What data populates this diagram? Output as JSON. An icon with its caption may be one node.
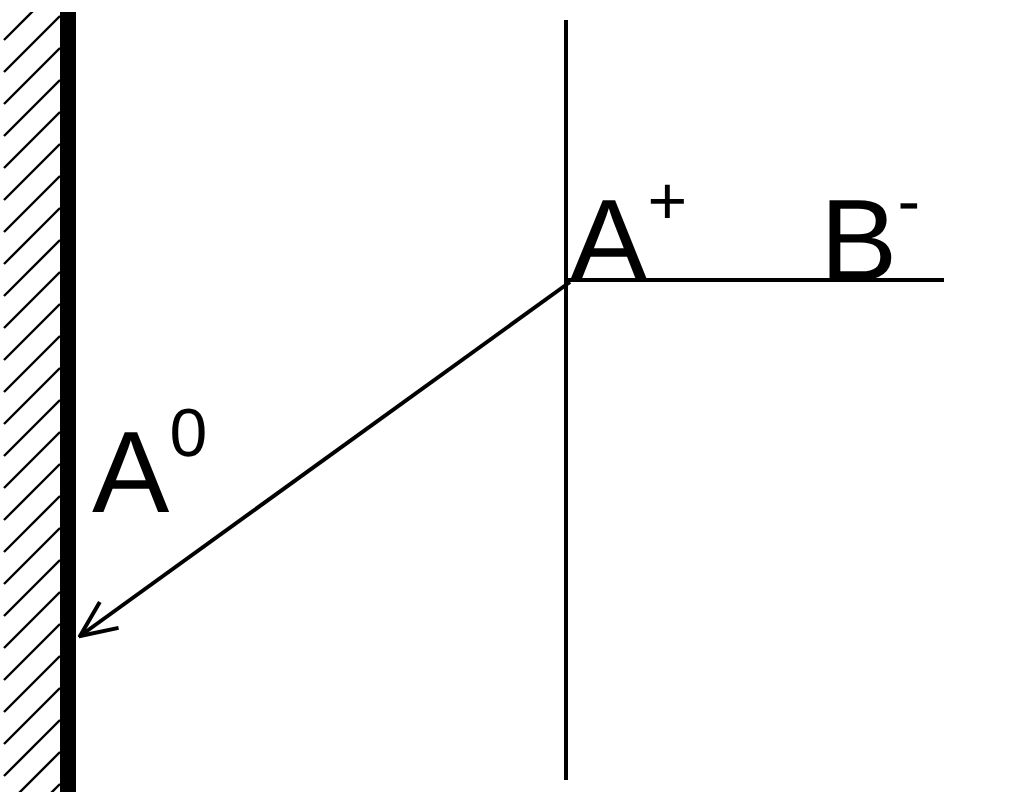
{
  "diagram": {
    "nodes": [
      {
        "text": [],
        "shape": "bar"
      },
      {
        "text": [
          "A$^{+}$"
        ]
      }
    ],
    "edges": [
      {
        "from": 1,
        "to": 0,
        "arrow": "to"
      }
    ],
    "labels": [
      "A$^{0}$",
      "B$^{-}$"
    ]
  }
}
